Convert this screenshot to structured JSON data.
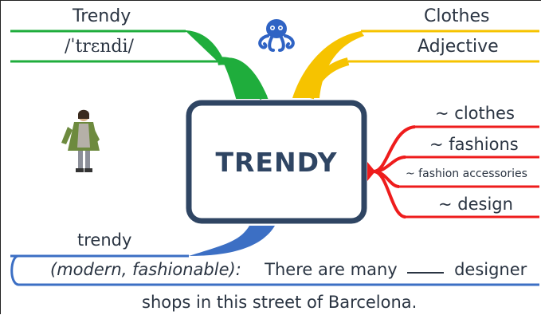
{
  "center": {
    "word": "TRENDY"
  },
  "branches": {
    "top_left": {
      "word": "Trendy",
      "pronunciation": "/ˈtrɛndi/",
      "color": "#1fad3c"
    },
    "top_right": {
      "category": "Clothes",
      "part_of_speech": "Adjective",
      "color": "#f6c300"
    },
    "right": {
      "color": "#ee1c1c",
      "items": [
        "~ clothes",
        "~ fashions",
        "~ fashion accessories",
        "~ design"
      ]
    },
    "bottom_left": {
      "color": "#3c6fc4",
      "word": "trendy",
      "definition": "(modern, fashionable):",
      "sentence_part1": "There are many",
      "sentence_part2": "designer",
      "sentence_line2": "shops in this street of Barcelona."
    }
  },
  "colors": {
    "center_border": "#2f4563",
    "text": "#2a3442",
    "octopus": "#2f63c4"
  },
  "icons": {
    "logo": "octopus-icon",
    "figure": "fashion-figure-icon"
  }
}
